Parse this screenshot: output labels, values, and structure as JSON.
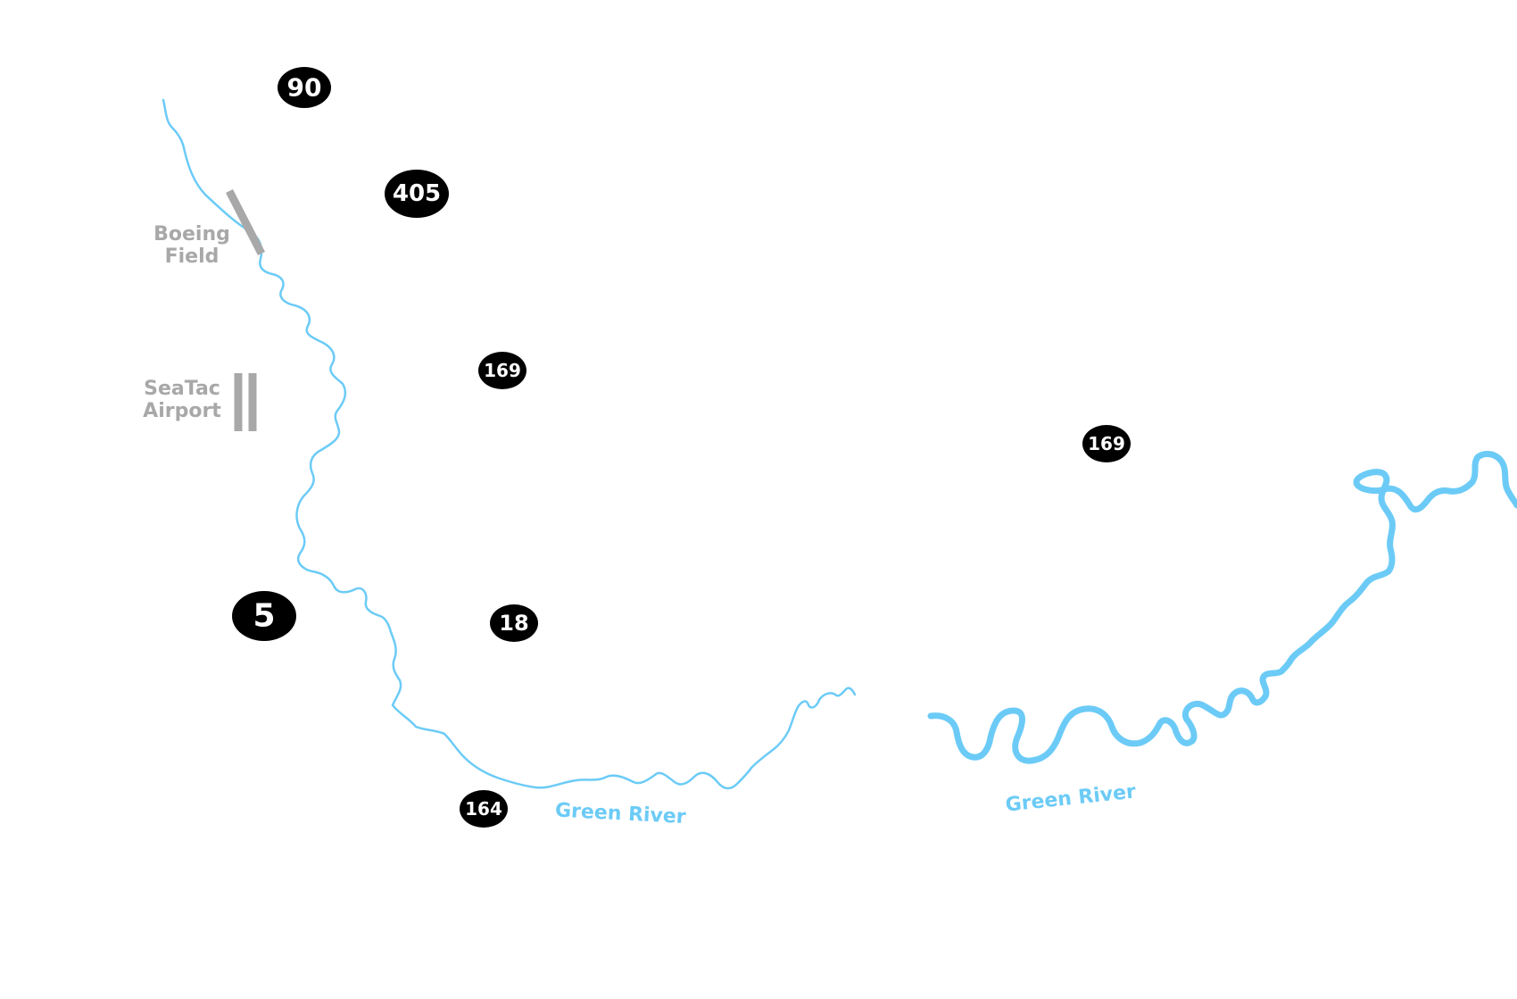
{
  "colors": {
    "background": "#ffffff",
    "river": "#6ccbf6",
    "shield_fill": "#000000",
    "shield_text": "#ffffff",
    "place_label": "#a8a8a8",
    "runway": "#a8a8a8"
  },
  "highways": [
    {
      "id": "90",
      "label": "90"
    },
    {
      "id": "405",
      "label": "405"
    },
    {
      "id": "169-west",
      "label": "169"
    },
    {
      "id": "169-east",
      "label": "169"
    },
    {
      "id": "5",
      "label": "5"
    },
    {
      "id": "18",
      "label": "18"
    },
    {
      "id": "164",
      "label": "164"
    }
  ],
  "places": {
    "boeing_field": {
      "line1": "Boeing",
      "line2": "Field"
    },
    "seatac": {
      "line1": "SeaTac",
      "line2": "Airport"
    }
  },
  "rivers": {
    "green_river_west_label": "Green River",
    "green_river_east_label": "Green River"
  }
}
